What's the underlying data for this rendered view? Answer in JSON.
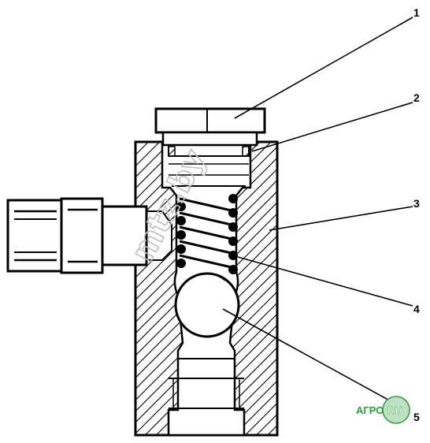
{
  "callouts": [
    {
      "id": "1",
      "label": "1"
    },
    {
      "id": "2",
      "label": "2"
    },
    {
      "id": "3",
      "label": "3"
    },
    {
      "id": "4",
      "label": "4"
    },
    {
      "id": "5",
      "label": "5"
    }
  ],
  "watermark": "mtz.by",
  "logo": {
    "text_left": "АГРО",
    "text_right": "RU"
  },
  "colors": {
    "ink": "#000000",
    "hatch": "#000000",
    "logo_green": "#2e9b3e",
    "logo_circle": "#bfe0c2"
  }
}
